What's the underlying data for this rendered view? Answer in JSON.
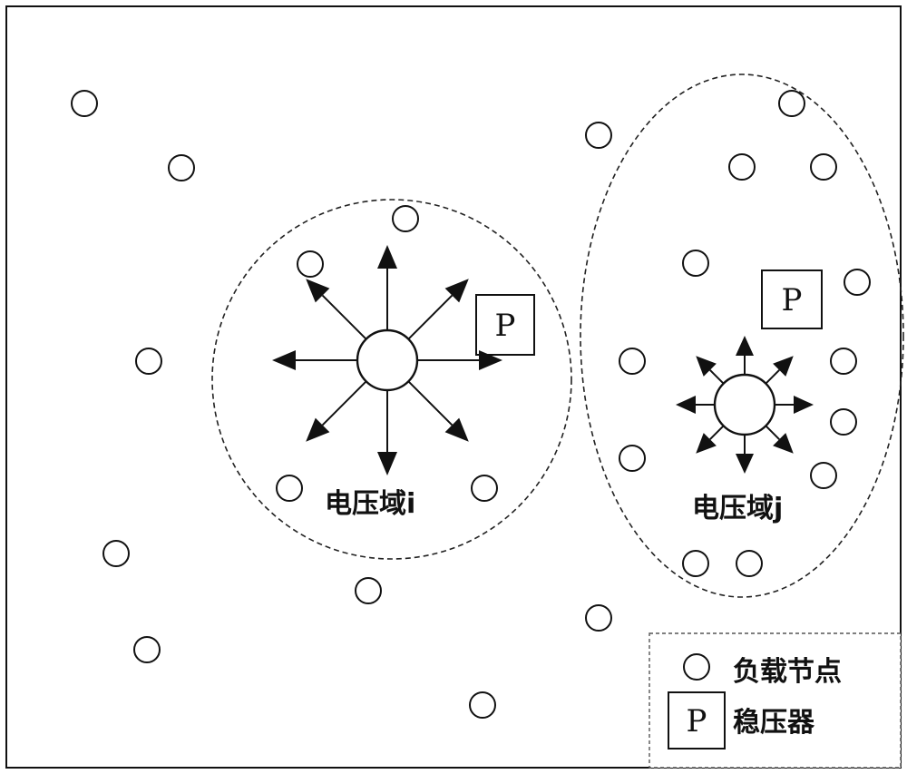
{
  "domains": [
    {
      "label": "电压域i"
    },
    {
      "label": "电压域j"
    }
  ],
  "regulator_symbol": "P",
  "legend": {
    "load_node": "负载节点",
    "regulator": "稳压器",
    "regulator_symbol": "P"
  }
}
